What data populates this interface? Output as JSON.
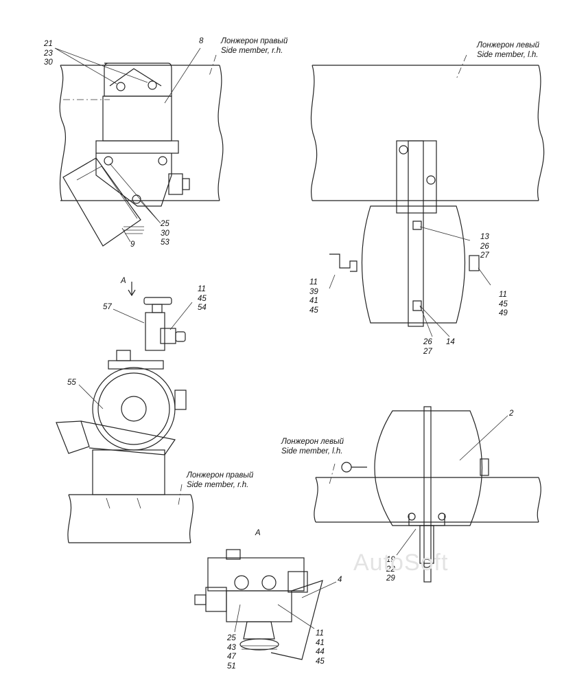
{
  "labels": {
    "c21": "21\n23\n30",
    "c8": "8",
    "member_right_top": "Лонжерон правый\nSide member, r.h.",
    "member_left_top": "Лонжерон левый\nSide member, l.h.",
    "c25": "25\n30\n53",
    "c9": "9",
    "arrowA": "A",
    "c11_top": "11\n45\n54",
    "c57": "57",
    "c13": "13\n26\n27",
    "c11_left": "11\n39\n41\n45",
    "c11_right": "11\n45\n49",
    "c26": "26\n27",
    "c14": "14",
    "c55": "55",
    "c2": "2",
    "member_left_bottom": "Лонжерон левый\nSide member, l.h.",
    "member_right_bottom": "Лонжерон правый\nSide member, r.h.",
    "viewA": "A",
    "c19": "19\n22\n29",
    "c4": "4",
    "c25b": "25\n43\n47\n51",
    "c11b": "11\n41\n44\n45"
  },
  "watermark": "AutoSoft"
}
